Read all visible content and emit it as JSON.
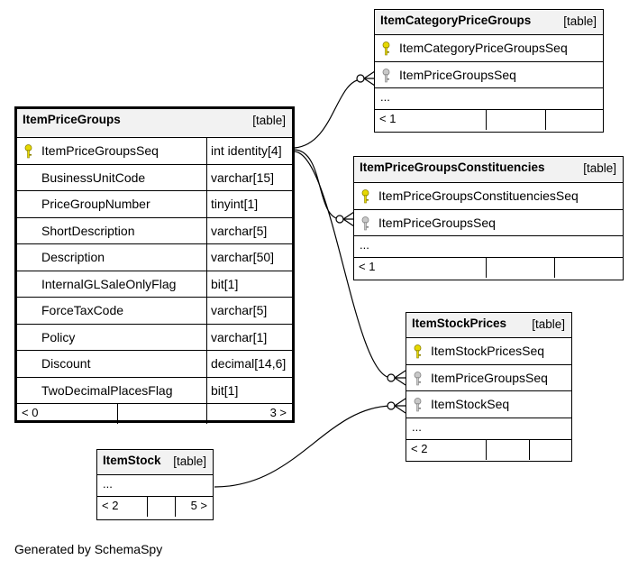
{
  "tables": {
    "item_price_groups": {
      "name": "ItemPriceGroups",
      "tag": "[table]",
      "columns": [
        {
          "name": "ItemPriceGroupsSeq",
          "type": "int identity[4]",
          "key": "primary"
        },
        {
          "name": "BusinessUnitCode",
          "type": "varchar[15]"
        },
        {
          "name": "PriceGroupNumber",
          "type": "tinyint[1]"
        },
        {
          "name": "ShortDescription",
          "type": "varchar[5]"
        },
        {
          "name": "Description",
          "type": "varchar[50]"
        },
        {
          "name": "InternalGLSaleOnlyFlag",
          "type": "bit[1]"
        },
        {
          "name": "ForceTaxCode",
          "type": "varchar[5]"
        },
        {
          "name": "Policy",
          "type": "varchar[1]"
        },
        {
          "name": "Discount",
          "type": "decimal[14,6]"
        },
        {
          "name": "TwoDecimalPlacesFlag",
          "type": "bit[1]"
        }
      ],
      "footer": {
        "left": "< 0",
        "right": "3 >"
      }
    },
    "item_category_price_groups": {
      "name": "ItemCategoryPriceGroups",
      "tag": "[table]",
      "columns": [
        {
          "name": "ItemCategoryPriceGroupsSeq",
          "key": "primary"
        },
        {
          "name": "ItemPriceGroupsSeq",
          "key": "foreign"
        }
      ],
      "ellipsis": "...",
      "footer": {
        "left": "< 1",
        "right": ""
      }
    },
    "item_price_groups_constituencies": {
      "name": "ItemPriceGroupsConstituencies",
      "tag": "[table]",
      "columns": [
        {
          "name": "ItemPriceGroupsConstituenciesSeq",
          "key": "primary"
        },
        {
          "name": "ItemPriceGroupsSeq",
          "key": "foreign"
        }
      ],
      "ellipsis": "...",
      "footer": {
        "left": "< 1",
        "right": ""
      }
    },
    "item_stock_prices": {
      "name": "ItemStockPrices",
      "tag": "[table]",
      "columns": [
        {
          "name": "ItemStockPricesSeq",
          "key": "primary"
        },
        {
          "name": "ItemPriceGroupsSeq",
          "key": "foreign"
        },
        {
          "name": "ItemStockSeq",
          "key": "foreign"
        }
      ],
      "ellipsis": "...",
      "footer": {
        "left": "< 2",
        "right": ""
      }
    },
    "item_stock": {
      "name": "ItemStock",
      "tag": "[table]",
      "ellipsis": "...",
      "footer": {
        "left": "< 2",
        "right": "5 >"
      }
    }
  },
  "relationships": [
    {
      "from": "ItemPriceGroups.ItemPriceGroupsSeq",
      "to": "ItemCategoryPriceGroups.ItemPriceGroupsSeq"
    },
    {
      "from": "ItemPriceGroups.ItemPriceGroupsSeq",
      "to": "ItemPriceGroupsConstituencies.ItemPriceGroupsSeq"
    },
    {
      "from": "ItemPriceGroups.ItemPriceGroupsSeq",
      "to": "ItemStockPrices.ItemPriceGroupsSeq"
    },
    {
      "from": "ItemStock",
      "to": "ItemStockPrices.ItemStockSeq"
    }
  ],
  "colors": {
    "primary_key": "#e6d800",
    "foreign_key": "#b0b0b0",
    "header_bg": "#f2f2f2"
  },
  "generated_by": "Generated by SchemaSpy"
}
